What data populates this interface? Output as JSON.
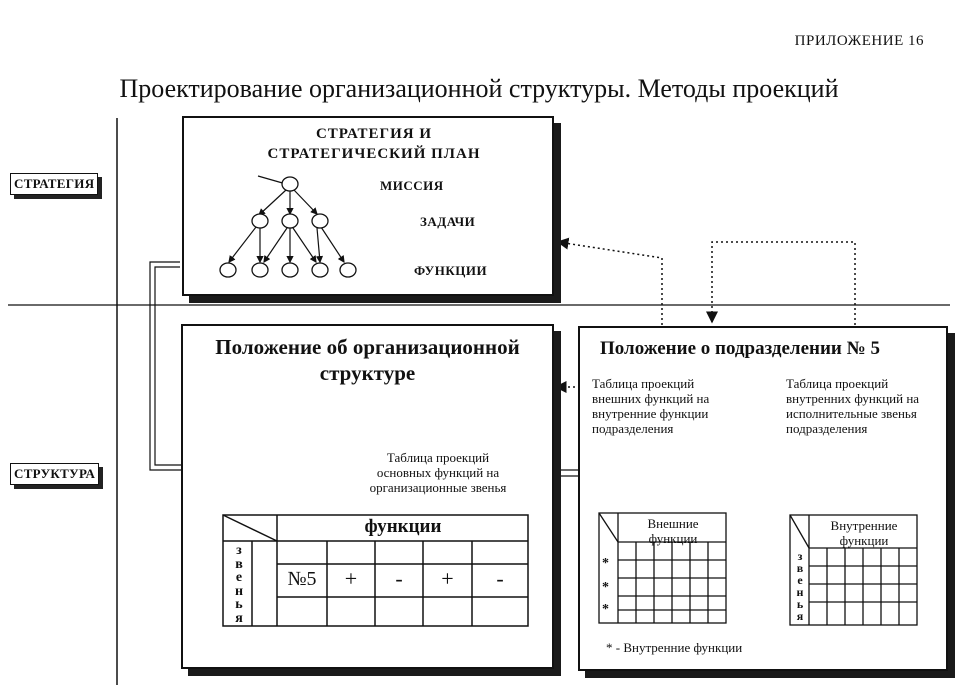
{
  "appendix": "ПРИЛОЖЕНИЕ 16",
  "title": "Проектирование организационной структуры. Методы проекций",
  "side_labels": {
    "strategy": "СТРАТЕГИЯ",
    "structure": "СТРУКТУРА"
  },
  "strategy_box": {
    "heading_line1": "СТРАТЕГИЯ И",
    "heading_line2": "СТРАТЕГИЧЕСКИЙ ПЛАН",
    "mission": "МИССИЯ",
    "tasks": "ЗАДАЧИ",
    "functions": "ФУНКЦИИ"
  },
  "org_box": {
    "heading_line1": "Положение об организационной",
    "heading_line2": "структуре",
    "table_caption_line1": "Таблица проекций",
    "table_caption_line2": "основных функций на",
    "table_caption_line3": "организационные звенья",
    "table": {
      "col_header": "функции",
      "row_header_letters": [
        "з",
        "в",
        "е",
        "н",
        "ь",
        "я"
      ],
      "row_label": "№5",
      "cells": [
        "+",
        "-",
        "+",
        "-"
      ]
    }
  },
  "dept_box": {
    "heading": "Положение о подразделении № 5",
    "left_caption_line1": "Таблица проекций",
    "left_caption_line2": "внешних функций на",
    "left_caption_line3": "внутренние функции",
    "left_caption_line4": "подразделения",
    "right_caption_line1": "Таблица проекций",
    "right_caption_line2": "внутренних функций на",
    "right_caption_line3": "исполнительные звенья",
    "right_caption_line4": "подразделения",
    "left_table": {
      "header_line1": "Внешние",
      "header_line2": "функции",
      "row_marks": [
        "*",
        "*",
        "*"
      ]
    },
    "right_table": {
      "header_line1": "Внутренние",
      "header_line2": "функции",
      "row_header_letters": [
        "з",
        "в",
        "е",
        "н",
        "ь",
        "я"
      ]
    },
    "footnote_mark": "*",
    "footnote": "- Внутренние функции"
  }
}
